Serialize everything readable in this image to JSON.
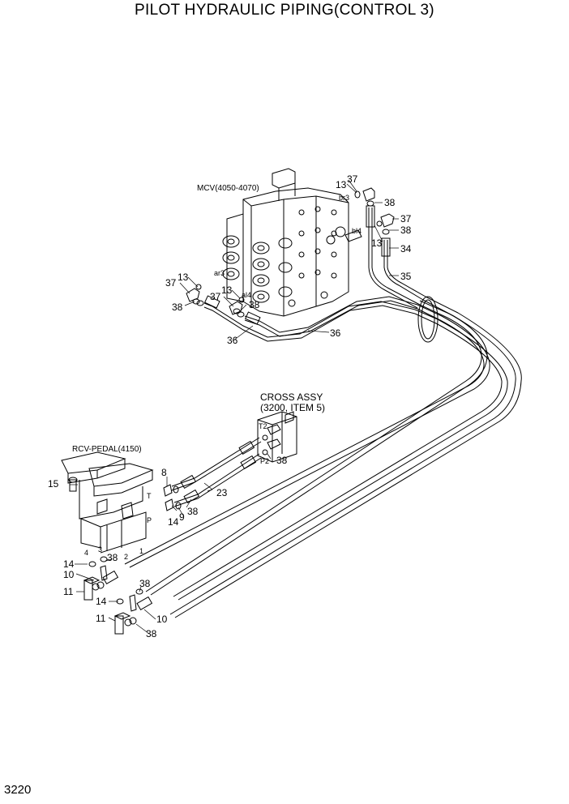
{
  "title": "PILOT HYDRAULIC PIPING(CONTROL 3)",
  "page_number": "3220",
  "components": {
    "mcv": "MCV(4050-4070)",
    "cross_assy_line1": "CROSS ASSY",
    "cross_assy_line2": "(3200, ITEM 5)",
    "rcv_pedal": "RCV-PEDAL(4150)"
  },
  "port_labels": {
    "ar3": "ar3",
    "br3": "br3",
    "al4": "al4",
    "bl4": "bl4",
    "T2": "T2",
    "P2": "P2",
    "T": "T",
    "P": "P",
    "p1": "1",
    "p2": "2",
    "p3": "3",
    "p4": "4"
  },
  "part_numbers": {
    "n8": "8",
    "n9": "9",
    "n10": "10",
    "n11": "11",
    "n13": "13",
    "n14": "14",
    "n15": "15",
    "n23": "23",
    "n34": "34",
    "n35": "35",
    "n36": "36",
    "n37": "37",
    "n38": "38"
  }
}
